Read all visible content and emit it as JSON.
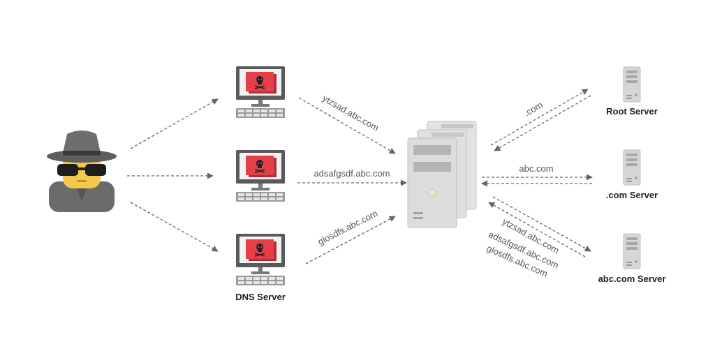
{
  "labels": {
    "dns_server": "DNS Server",
    "root_server": "Root Server",
    "com_server": ".com Server",
    "abc_server": "abc.com Server"
  },
  "queries": {
    "q1": "ytzsad.abc.com",
    "q2": "adsafgsdf.abc.com",
    "q3": "glosdfs.abc.com"
  },
  "resolver_to_servers": {
    "root": ".com",
    "com": "abc.com",
    "abc_1": "ytzsad.abc.com",
    "abc_2": "adsafgsdf.abc.com",
    "abc_3": "glosdfs.abc.com"
  },
  "icons": {
    "attacker": "spy-attacker-icon",
    "dns_computer": "infected-computer-icon",
    "resolver": "server-stack-icon",
    "authoritative": "server-tower-icon"
  },
  "colors": {
    "skull_red": "#e5404a",
    "monitor_dark": "#555555",
    "server_grey": "#d8d8d8",
    "arrow": "#666666"
  }
}
